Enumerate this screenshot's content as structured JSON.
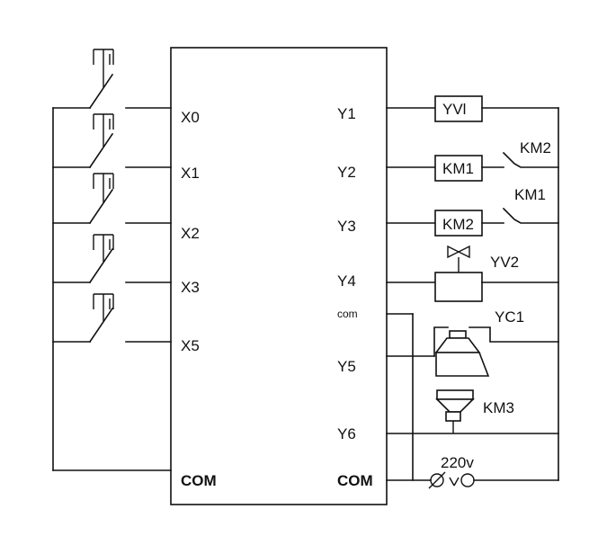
{
  "plc": {
    "inputs": [
      "X0",
      "X1",
      "X2",
      "X3",
      "X5"
    ],
    "input_com": "COM",
    "outputs": [
      "Y1",
      "Y2",
      "Y3",
      "Y4",
      "com",
      "Y5",
      "Y6"
    ],
    "output_com": "COM"
  },
  "loads": {
    "y1": "YVl",
    "y2": "KM1",
    "y2_contact": "KM2",
    "y3": "KM2",
    "y3_contact": "KM1",
    "y4": "YV2",
    "y5": "YC1",
    "y6": "KM3"
  },
  "supply": {
    "voltage": "220v"
  }
}
